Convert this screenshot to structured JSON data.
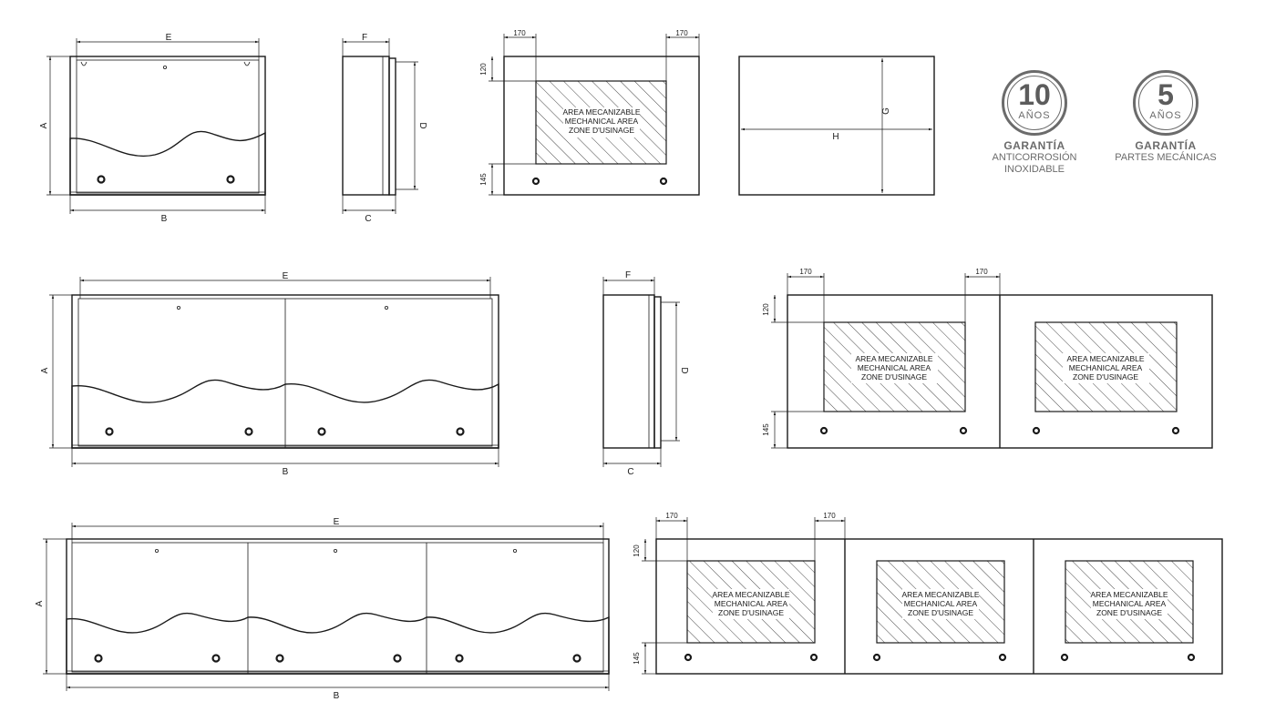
{
  "dimension_labels": {
    "A": "A",
    "B": "B",
    "C": "C",
    "D": "D",
    "E": "E",
    "F": "F",
    "G": "G",
    "H": "H",
    "side_margin": "170",
    "top_margin": "120",
    "bottom_margin": "145"
  },
  "mechanical_area_text": {
    "line1": "AREA MECANIZABLE",
    "line2": "MECHANICAL AREA",
    "line3": "ZONE D'USINAGE"
  },
  "badges": [
    {
      "number": "10",
      "unit": "AÑOS",
      "title": "GARANTÍA",
      "line1": "ANTICORROSIÓN",
      "line2": "INOXIDABLE"
    },
    {
      "number": "5",
      "unit": "AÑOS",
      "title": "GARANTÍA",
      "line1": "PARTES MECÁNICAS",
      "line2": ""
    }
  ],
  "colors": {
    "line": "#1a1a1a",
    "badge": "#6b6b6b"
  }
}
